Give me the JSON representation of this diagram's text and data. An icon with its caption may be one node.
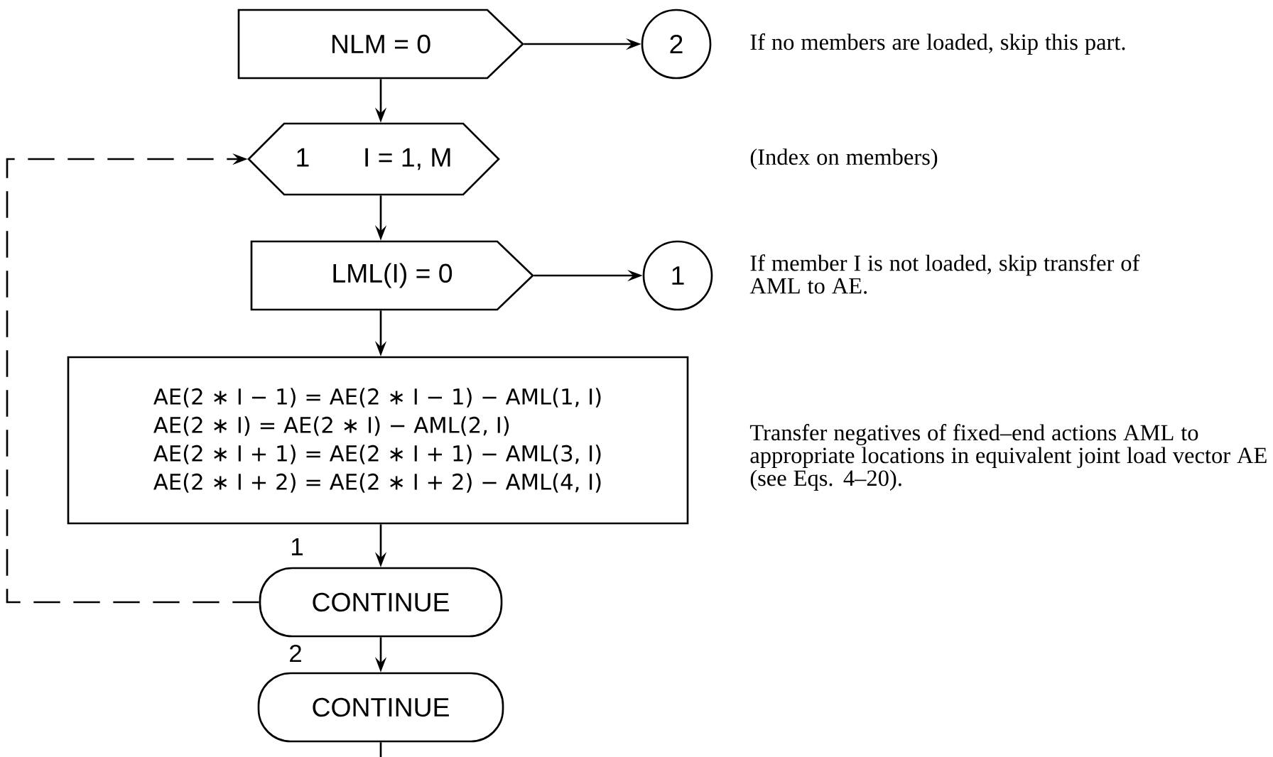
{
  "diagram": {
    "nodes": [
      {
        "text": [
          "NLM = 0"
        ]
      },
      {
        "text": [
          "2"
        ]
      },
      {
        "text": [
          "1",
          "I = 1, M"
        ]
      },
      {
        "text": [
          "LML(I) = 0"
        ]
      },
      {
        "text": [
          "1"
        ]
      },
      {
        "text": [
          "AE(2 ∗ I − 1) = AE(2 ∗ I − 1) − AML(1, I)",
          "AE(2 ∗ I) = AE(2 ∗ I) − AML(2, I)",
          "AE(2 ∗ I + 1) = AE(2 ∗ I + 1) − AML(3, I)",
          "AE(2 ∗ I + 2) = AE(2 ∗ I + 2) − AML(4, I)"
        ]
      },
      {
        "text": [
          "CONTINUE"
        ],
        "beside": [
          "1"
        ]
      },
      {
        "text": [
          "CONTINUE"
        ],
        "beside": [
          "2"
        ]
      }
    ],
    "edges": [
      {
        "from": 0,
        "to": 1,
        "arrow": "to"
      },
      {
        "from": 0,
        "to": 2,
        "arrow": "to"
      },
      {
        "from": 2,
        "to": 3,
        "arrow": "to"
      },
      {
        "from": 3,
        "to": 4,
        "arrow": "to"
      },
      {
        "from": 3,
        "to": 5,
        "arrow": "to"
      },
      {
        "from": 5,
        "to": 6,
        "arrow": "to"
      },
      {
        "from": 6,
        "to": 2,
        "arrow": "to",
        "style": "dashed"
      },
      {
        "from": 6,
        "to": 7,
        "arrow": "to"
      },
      {
        "from": 7,
        "to": null,
        "arrow": "none"
      }
    ],
    "labels": [
      "If no members are loaded, skip this part.",
      "(Index on members)",
      "If member I is not loaded, skip transfer of AML to AE.",
      "Transfer negatives of fixed–end actions AML to appropriate locations in equivalent joint load vector AE (see Eqs. 4–20)."
    ]
  }
}
